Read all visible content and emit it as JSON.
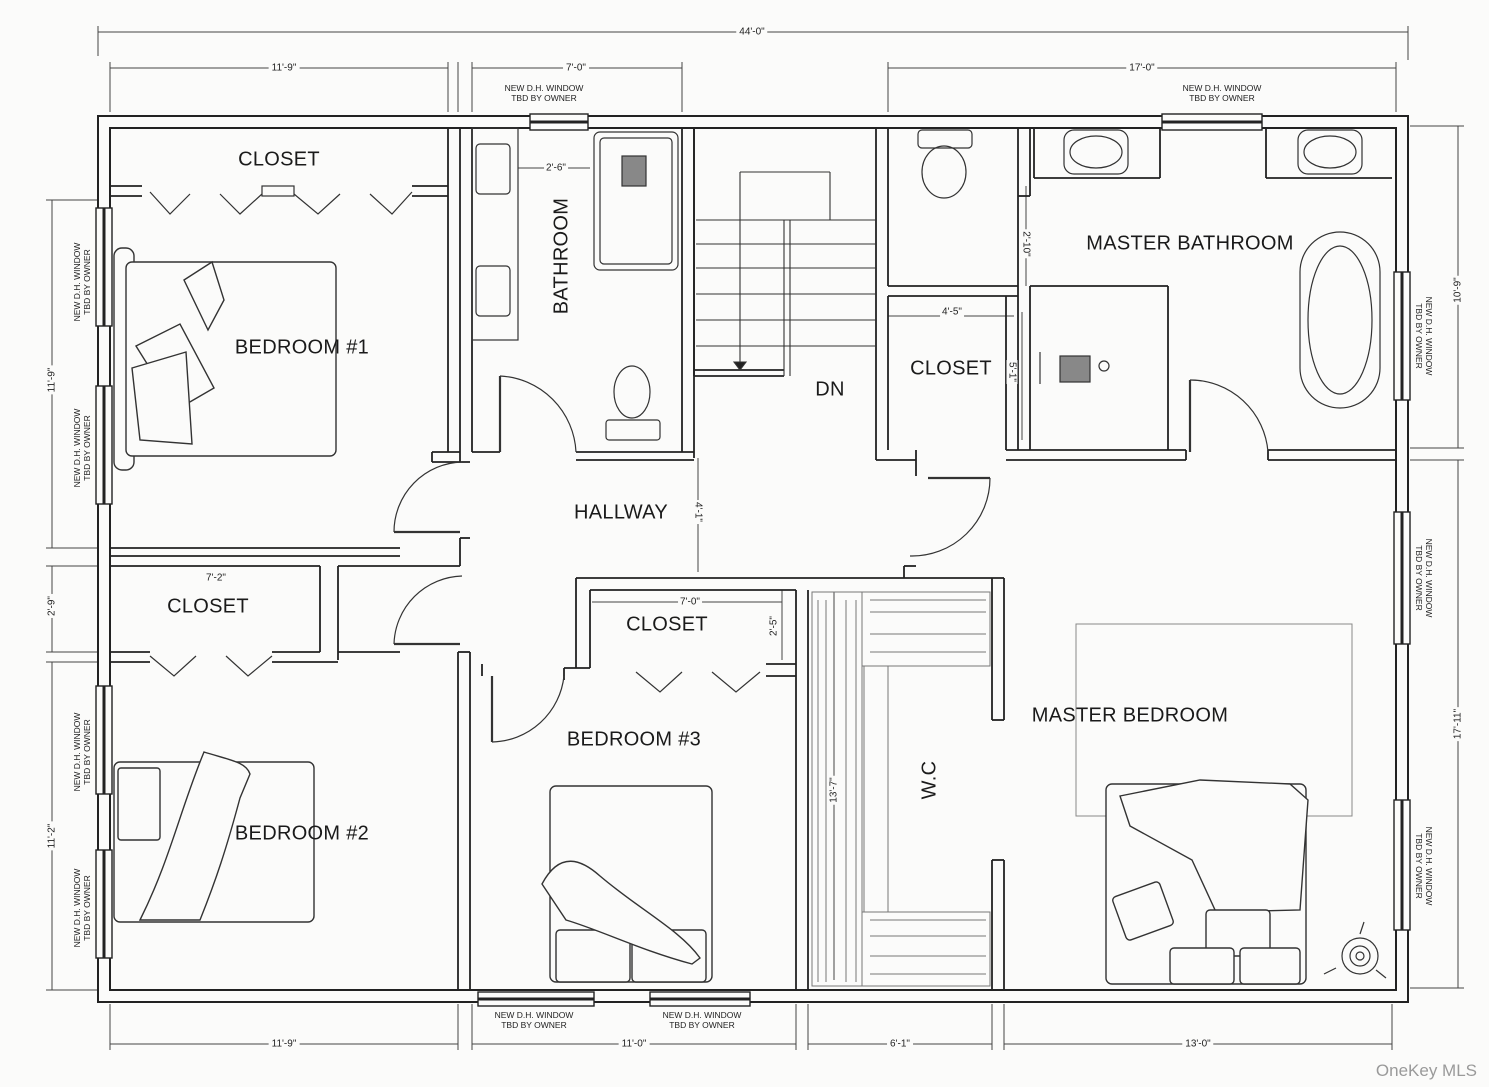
{
  "rooms": {
    "closet_top": "CLOSET",
    "bedroom1": "BEDROOM #1",
    "bathroom": "BATHROOM",
    "dn": "DN",
    "closet_mid": "CLOSET",
    "master_bathroom": "MASTER BATHROOM",
    "hallway": "HALLWAY",
    "closet_left": "CLOSET",
    "closet_b3": "CLOSET",
    "bedroom2": "BEDROOM #2",
    "bedroom3": "BEDROOM #3",
    "wc": "W.C",
    "master_bedroom": "MASTER BEDROOM"
  },
  "dimensions": {
    "overall": "44'-0\"",
    "top_left": "11'-9\"",
    "top_mid": "7'-0\"",
    "top_right": "17'-0\"",
    "bath_vanity": "2'-6\"",
    "closet_mid_w": "4'-5\"",
    "closet_mid_h": "5'-1\"",
    "master_bath_gap": "2'-10\"",
    "master_bath_h": "10'-9\"",
    "left_top": "11'-9\"",
    "left_closet": "2'-9\"",
    "left_bottom": "11'-2\"",
    "closet_left_w": "7'-2\"",
    "closet_b3_w": "7'-0\"",
    "closet_b3_h": "2'-5\"",
    "hallway_w": "4'-1\"",
    "wc_h": "13'-7\"",
    "right_bottom": "17'-11\"",
    "bottom_1": "11'-9\"",
    "bottom_2": "11'-0\"",
    "bottom_3": "6'-1\"",
    "bottom_4": "13'-0\""
  },
  "windows": {
    "line1": "NEW D.H. WINDOW",
    "line2": "TBD BY OWNER"
  },
  "watermark": "OneKey MLS"
}
